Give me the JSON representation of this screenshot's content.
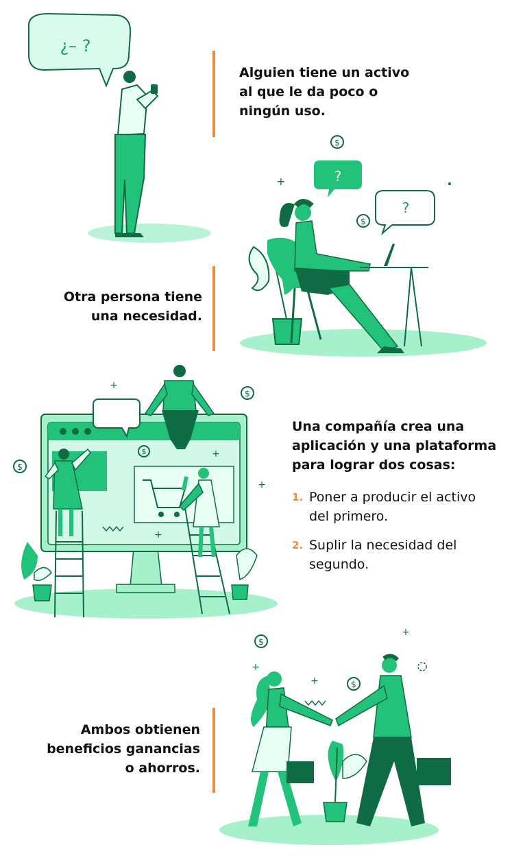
{
  "steps": [
    {
      "text_lines": [
        "Alguien tiene un activo",
        "al que le da poco o",
        "ningún uso."
      ]
    },
    {
      "text_lines": [
        "Otra persona tiene",
        "una necesidad."
      ]
    },
    {
      "text_lines": [
        "Una compañía crea una",
        "aplicación y una plataforma",
        "para lograr dos cosas:"
      ],
      "list": [
        {
          "num": "1.",
          "lines": [
            "Poner a producir el activo",
            "del primero."
          ]
        },
        {
          "num": "2.",
          "lines": [
            "Suplir la necesidad del",
            "segundo."
          ]
        }
      ]
    },
    {
      "text_lines": [
        "Ambos obtienen",
        "beneficios ganancias",
        "o ahorros."
      ]
    }
  ],
  "bubbles": {
    "first": "¿– ?",
    "q1": "?",
    "q2": "?"
  },
  "icons": {
    "dollar": "$"
  },
  "colors": {
    "accent": "#f08a3c",
    "green_dark": "#0f7a4a",
    "green": "#22c27a",
    "green_light": "#a6f0cc",
    "green_pale": "#c9f7e1"
  }
}
